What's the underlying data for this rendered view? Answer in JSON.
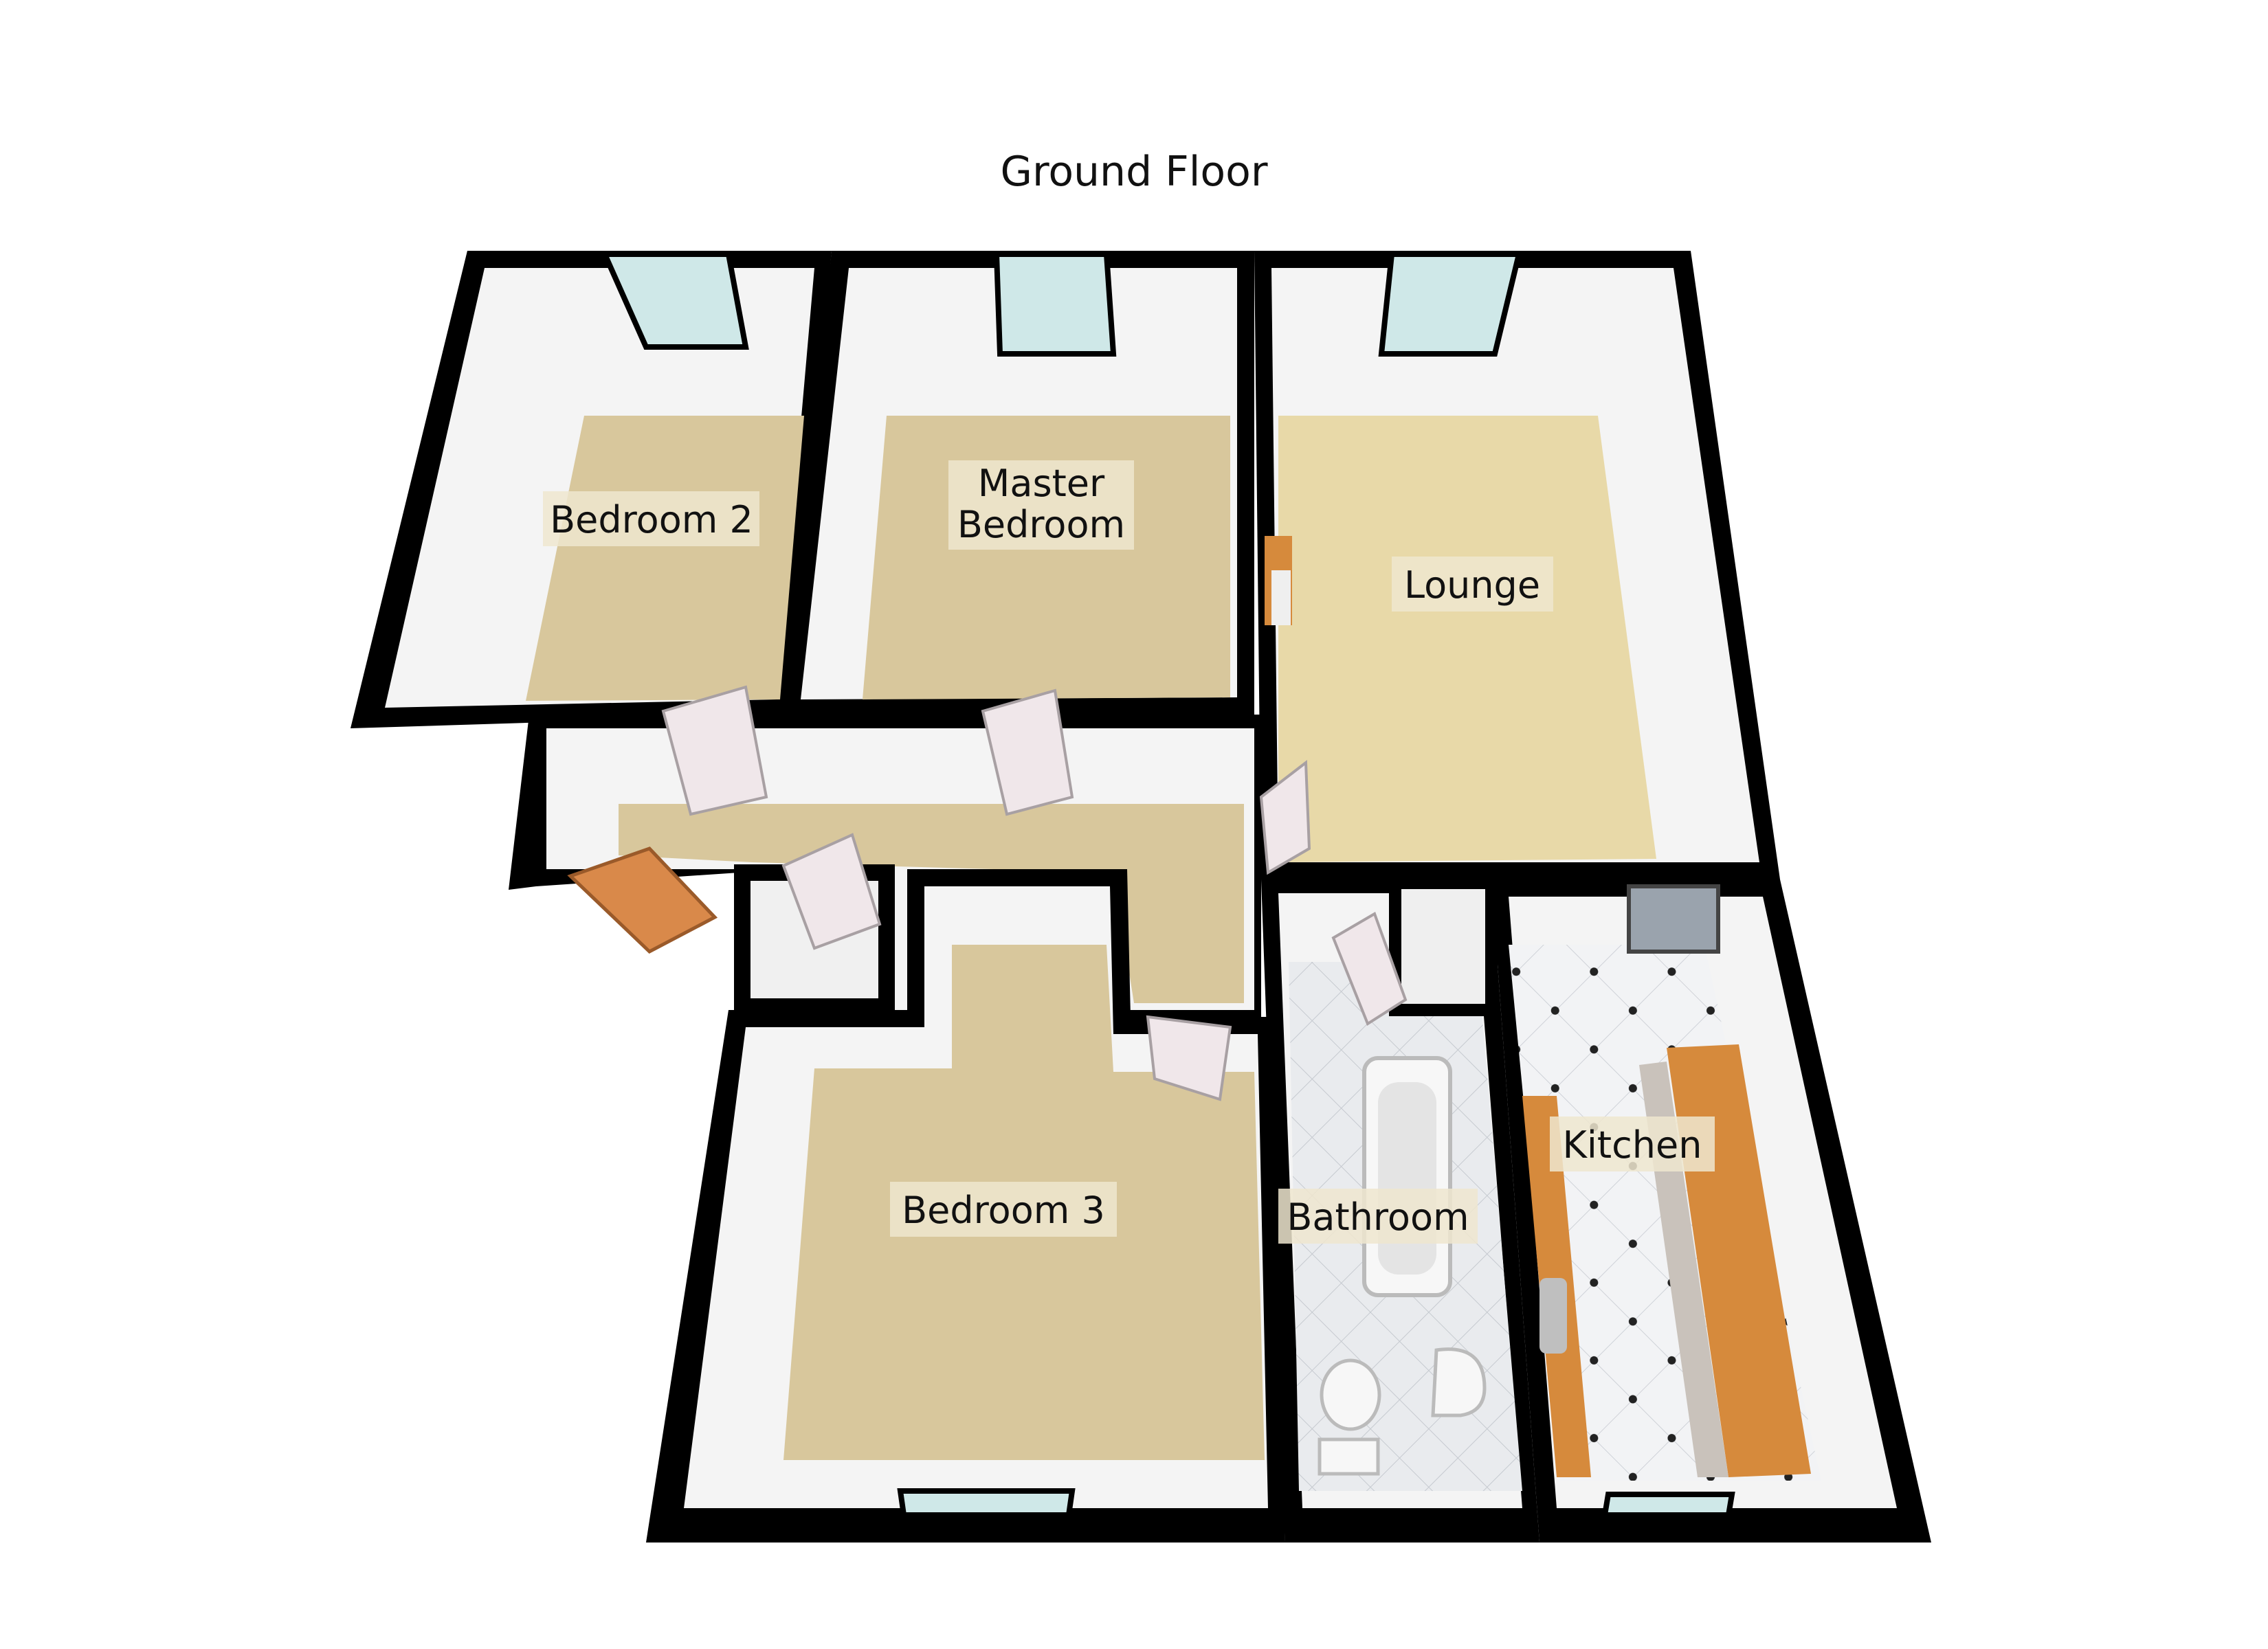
{
  "title": "Ground Floor",
  "rooms": [
    {
      "id": "bedroom2",
      "label": "Bedroom 2"
    },
    {
      "id": "master",
      "label_line1": "Master",
      "label_line2": "Bedroom"
    },
    {
      "id": "lounge",
      "label": "Lounge"
    },
    {
      "id": "bedroom3",
      "label": "Bedroom 3"
    },
    {
      "id": "bathroom",
      "label": "Bathroom"
    },
    {
      "id": "kitchen",
      "label": "Kitchen"
    }
  ],
  "colors": {
    "wall_outline": "#000000",
    "wall_inner": "#f7f7f7",
    "carpet": "#d8c79c",
    "lounge_floor": "#e8d9a8",
    "tile": "#e9ebee",
    "worktop": "#d68a3c",
    "door": "#f0e7ea",
    "front_door": "#d9894a",
    "window": "#cfe8e8"
  }
}
